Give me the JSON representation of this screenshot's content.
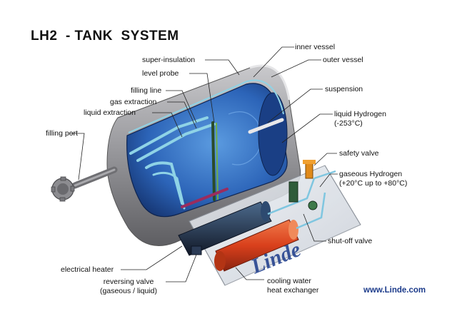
{
  "title": "LH2  - TANK  SYSTEM",
  "brand_text": "Linde",
  "website": "www.Linde.com",
  "labels": {
    "inner_vessel": "inner vessel",
    "outer_vessel": "outer vessel",
    "super_insulation": "super-insulation",
    "level_probe": "level probe",
    "suspension": "suspension",
    "filling_line": "filling line",
    "gas_extraction": "gas  extraction",
    "liquid_extraction": "liquid  extraction",
    "liquid_hydrogen_1": "liquid  Hydrogen",
    "liquid_hydrogen_2": "(-253°C)",
    "filling_port": "filling  port",
    "safety_valve": "safety  valve",
    "gaseous_hydrogen_1": "gaseous  Hydrogen",
    "gaseous_hydrogen_2": "(+20°C  up  to  +80°C)",
    "shut_off_valve": "shut-off valve",
    "electrical_heater": "electrical heater",
    "reversing_valve_1": "reversing  valve",
    "reversing_valve_2": "(gaseous / liquid)",
    "cooling_water_1": "cooling  water",
    "cooling_water_2": "heat exchanger"
  },
  "colors": {
    "outer_shell": "#8e8e92",
    "inner_blue": "#2e6fc4",
    "pipe_cyan": "#8fd3e6",
    "heat_exchanger_red": "#d9401c",
    "heater_dark": "#1f2a40",
    "brand_blue": "#1b3a8a"
  }
}
